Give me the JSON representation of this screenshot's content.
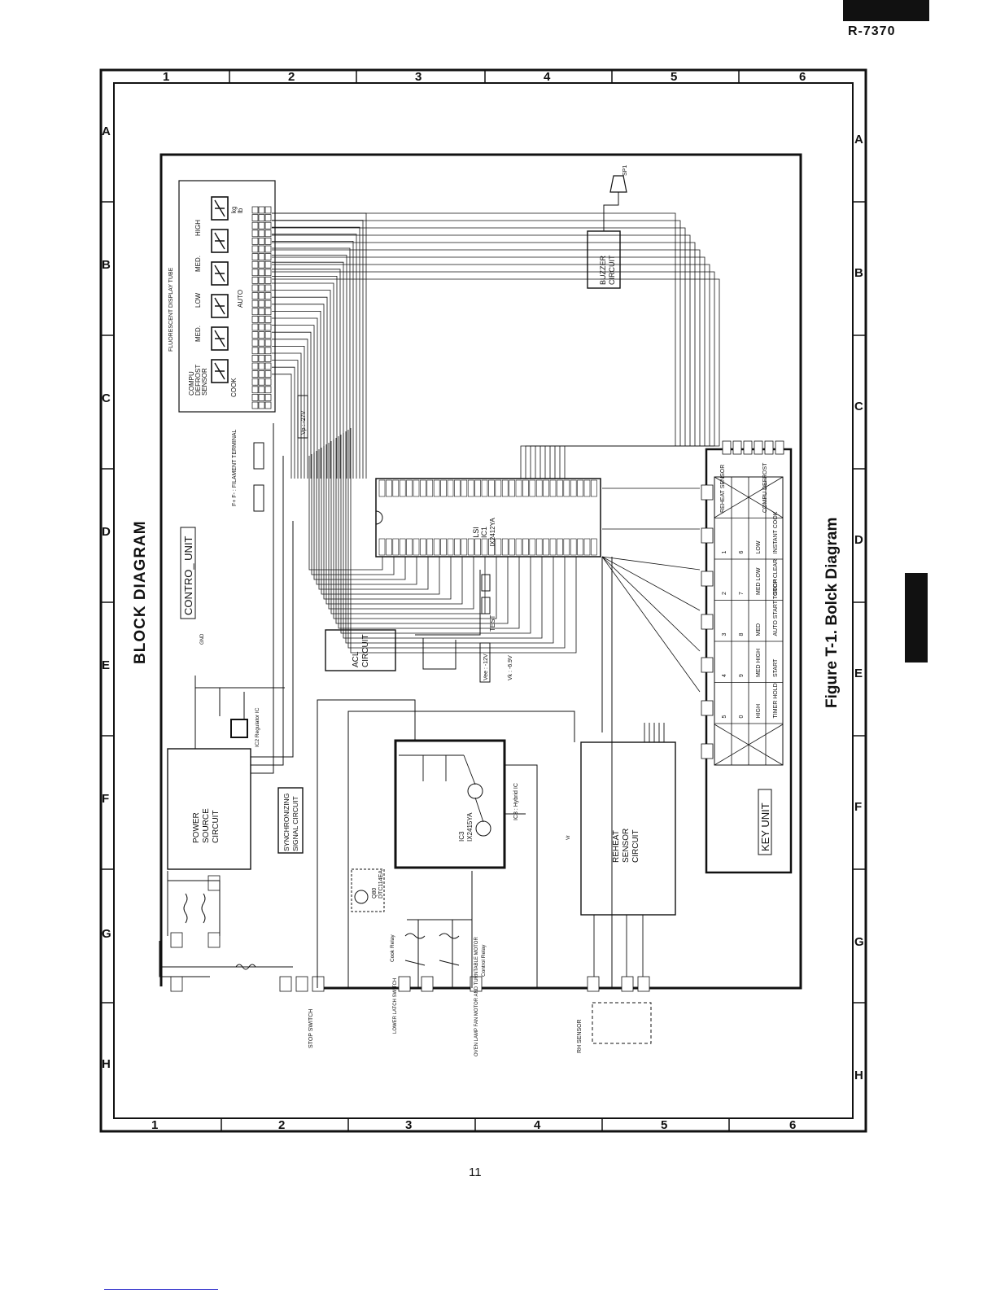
{
  "header": {
    "model": "R-7370"
  },
  "page_number": "11",
  "frame": {
    "columns": [
      "1",
      "2",
      "3",
      "4",
      "5",
      "6"
    ],
    "rows": [
      "A",
      "B",
      "C",
      "D",
      "E",
      "F",
      "G",
      "H"
    ]
  },
  "diagram": {
    "title": "BLOCK DIAGRAM",
    "caption": "Figure T-1. Bolck Diagram",
    "control_unit": "CONTRO_ UNIT",
    "key_unit": "KEY UNIT",
    "display": {
      "label": "FLUORESCENT DISPLAY TUBE",
      "indicators": [
        "COMPU",
        "DEFROST",
        "SENSOR",
        "MED.",
        "LOW",
        "AUTO",
        "MED.",
        "HIGH",
        "kg",
        "lb",
        "COOK"
      ]
    },
    "lsi": {
      "name": "LSI",
      "ic": "IC1",
      "part": "IX2412YA"
    },
    "blocks": {
      "power": [
        "POWER",
        "SOURCE",
        "CIRCUIT"
      ],
      "sync": [
        "SYNCHRONIZING",
        "SIGNAL CIRCUIT"
      ],
      "acl": [
        "ACL",
        "CIRCUIT"
      ],
      "buzzer": [
        "BUZZER",
        "CIRCUIT"
      ],
      "reheat": [
        "REHEAT",
        "SENSOR",
        "CIRCUIT"
      ],
      "hybrid": [
        "IC3",
        "IX2415YA"
      ],
      "hybrid_label": "IC3 : Hybrid IC",
      "regulator": "IC2 Regulator IC",
      "transistor": [
        "Q80",
        "DTC114EA"
      ]
    },
    "keys": [
      [
        "REHEAT SENSOR",
        "COMPU DEFROST"
      ],
      [
        "1",
        "6",
        "LOW",
        "INSTANT COOK"
      ],
      [
        "2",
        "7",
        "MED LOW",
        "STOP CLEAR"
      ],
      [
        "3",
        "8",
        "MED",
        "AUTO START TOUCH"
      ],
      [
        "4",
        "9",
        "MED HIGH",
        "START"
      ],
      [
        "5",
        "0",
        "HIGH",
        "TIMER HOLD"
      ]
    ],
    "labels": {
      "filament": "F+ F- : FILAMENT TERMINAL",
      "vp": "Vp : -27V",
      "vee": "Vee : -12V",
      "vk": "Vk : -6.9V",
      "test": "TEST",
      "speaker": "SP1",
      "stop_switch": "STOP SWITCH",
      "lower_latch": "LOWER LATCH SWITCH",
      "oven_lamp": "OVEN LAMP FAN MOTOR AND TURNTABLE MOTOR",
      "rh_sensor": "RH SENSOR",
      "cook_relay": "Cook Relay",
      "control_relay": "Control Relay",
      "gnd": "GND",
      "vr": "Vr"
    }
  }
}
